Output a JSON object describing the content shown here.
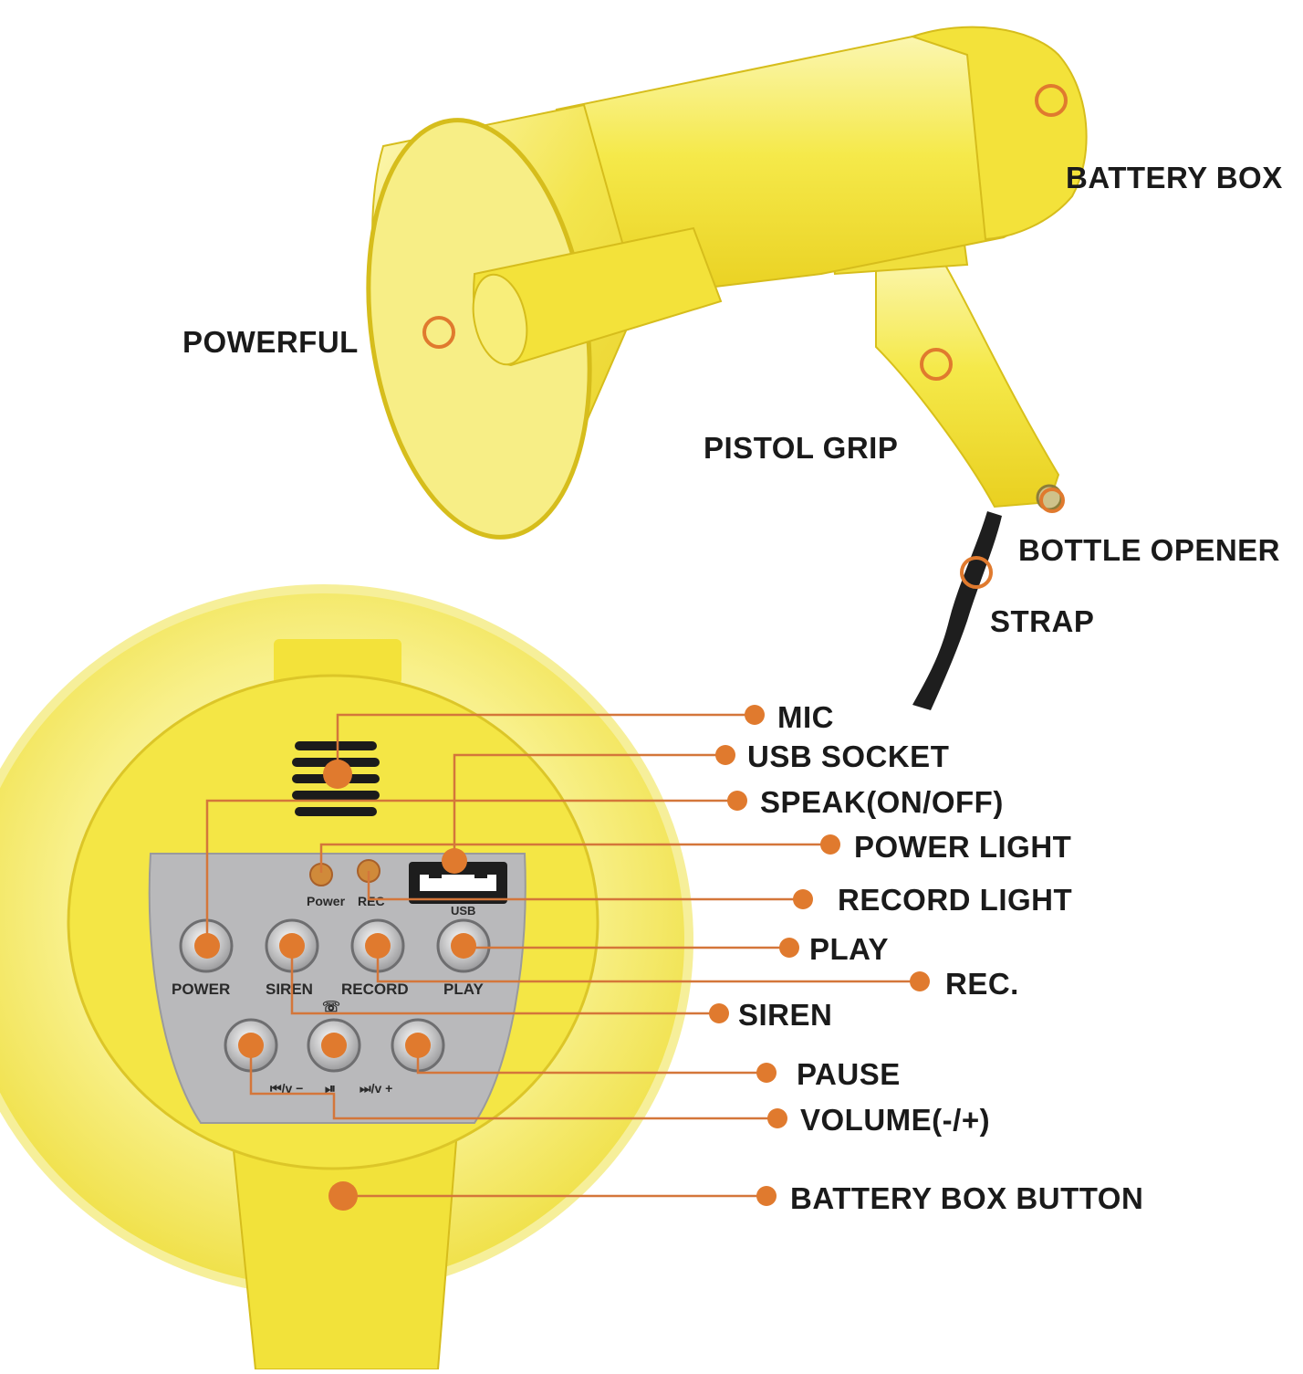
{
  "top_labels": {
    "battery_box": "BATTERY BOX",
    "powerful": "POWERFUL",
    "pistol_grip": "PISTOL GRIP",
    "bottle_opener": "BOTTLE OPENER",
    "strap": "STRAP"
  },
  "bottom_labels": {
    "mic": "MIC",
    "usb_socket": "USB SOCKET",
    "speak": "SPEAK(ON/OFF)",
    "power_light": "POWER LIGHT",
    "record_light": "RECORD LIGHT",
    "play": "PLAY",
    "rec": "REC.",
    "siren": "SIREN",
    "pause": "PAUSE",
    "volume": "VOLUME(-/+)",
    "battery_box_button": "BATTERY BOX BUTTON"
  },
  "panel_text": {
    "power_led": "Power",
    "rec_led": "REC",
    "usb": "USB",
    "power_btn": "POWER",
    "siren_btn": "SIREN",
    "record_btn": "RECORD",
    "play_btn": "PLAY",
    "prev_vol": "⏮/v −",
    "play_pause": "⏯",
    "next_vol": "⏭/v +"
  },
  "colors": {
    "accent": "#e07a2e",
    "yellow": "#f2e23a",
    "panel": "#b9b9bb"
  }
}
